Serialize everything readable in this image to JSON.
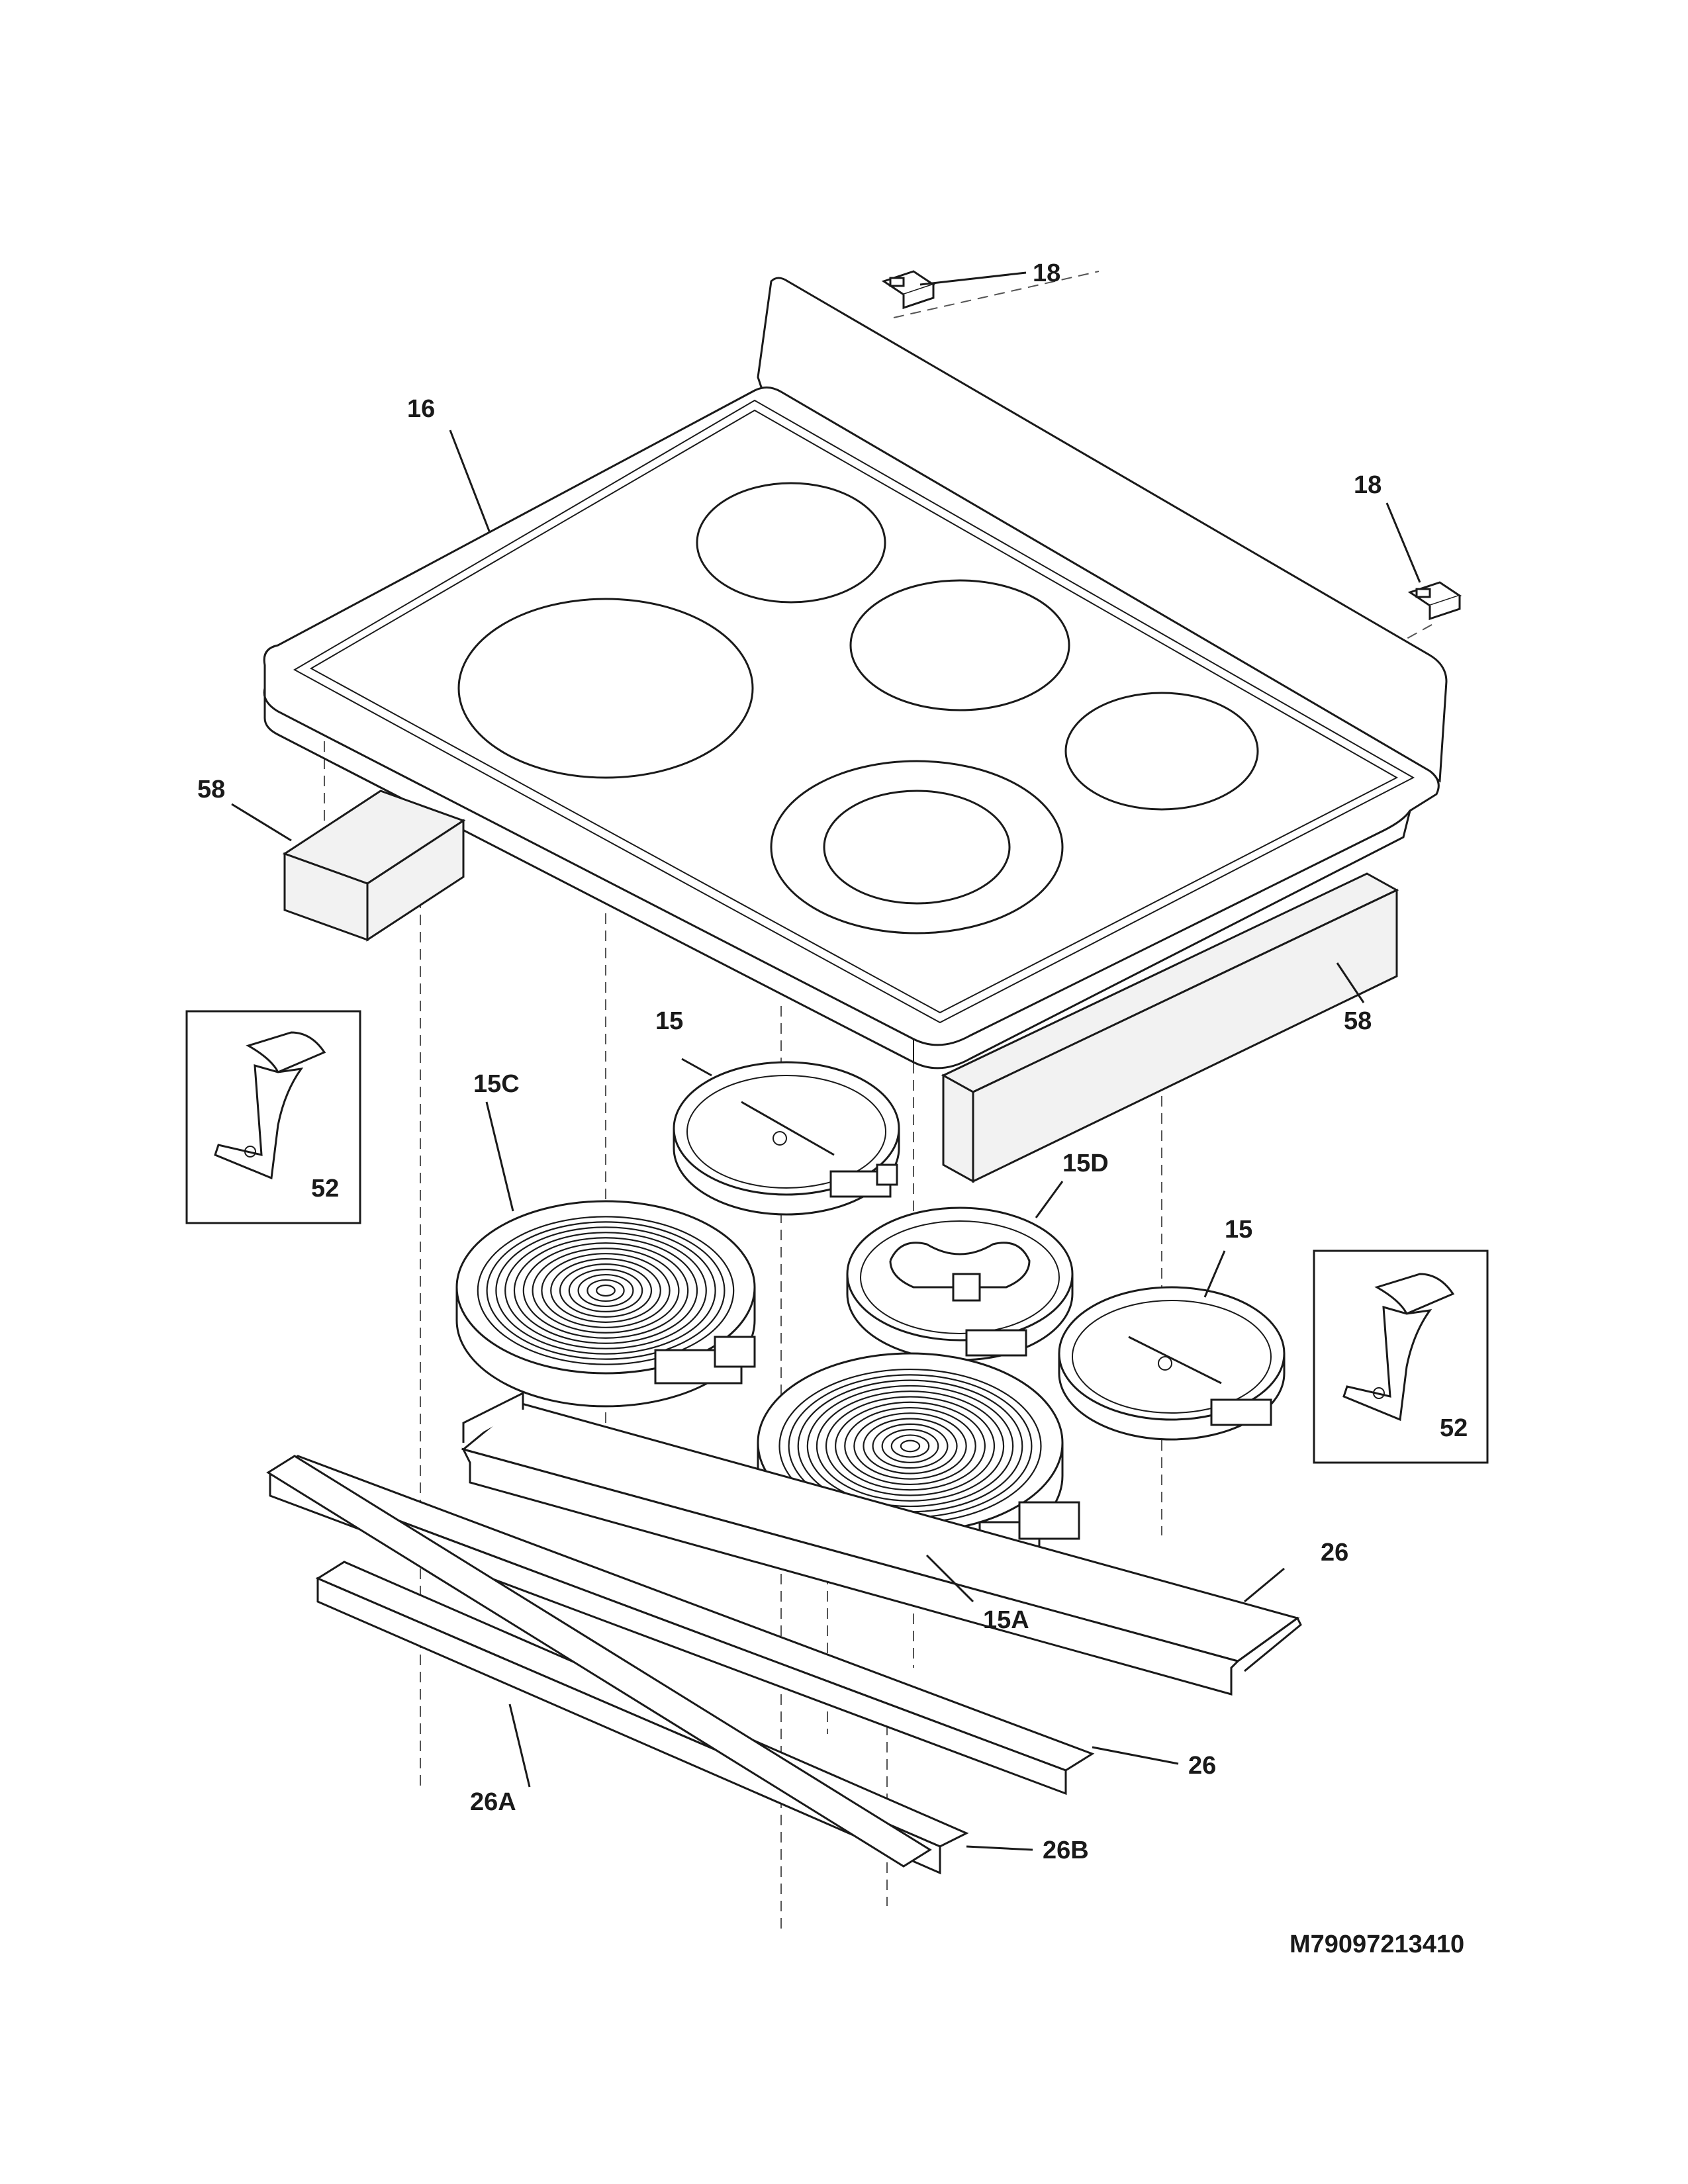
{
  "labels": {
    "l16": "16",
    "l18a": "18",
    "l18b": "18",
    "l58a": "58",
    "l58b": "58",
    "l15a": "15",
    "l15b": "15",
    "l15c": "15C",
    "l15d": "15D",
    "l15aa": "15A",
    "l52a": "52",
    "l52b": "52",
    "l26a": "26",
    "l26b": "26",
    "l26aa": "26A",
    "l26bb": "26B"
  },
  "model_number": "M79097213410"
}
